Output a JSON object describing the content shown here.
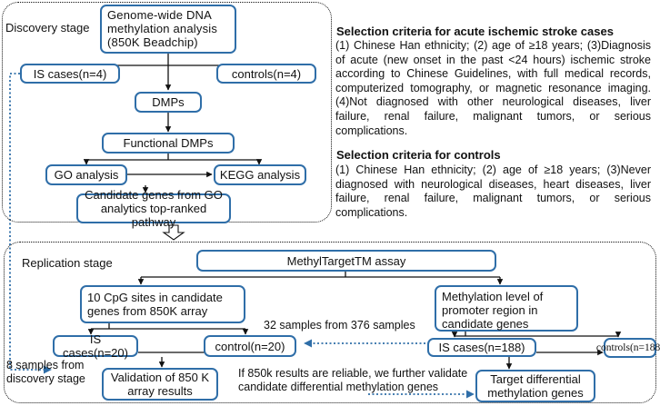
{
  "discovery": {
    "stage_label": "Discovery stage",
    "methylation_box": "Genome-wide DNA methylation analysis (850K Beadchip)",
    "is_cases": "IS cases(n=4)",
    "controls": "controls(n=4)",
    "dmps": "DMPs",
    "functional_dmps": "Functional DMPs",
    "go": "GO analysis",
    "kegg": "KEGG analysis",
    "candidate": "Candidate genes from GO analytics top-ranked pathway"
  },
  "criteria": {
    "cases_title": "Selection criteria for acute ischemic stroke cases",
    "cases_body": "(1) Chinese Han ethnicity; (2) age of ≥18 years; (3)Diagnosis of acute (new onset in the past <24 hours) ischemic stroke according to Chinese Guidelines, with full medical records, computerized tomography, or magnetic resonance imaging.(4)Not diagnosed with other neurological diseases, liver failure, renal failure, malignant tumors, or serious complications.",
    "controls_title": "Selection criteria for controls",
    "controls_body": "(1) Chinese Han ethnicity; (2) age of ≥18 years; (3)Never diagnosed with neurological diseases, heart diseases, liver failure, renal failure, malignant tumors, or serious complications."
  },
  "replication": {
    "stage_label": "Replication stage",
    "assay": "MethylTargetTM assay",
    "cpg": "10 CpG sites in candidate genes from 850K array",
    "promoter": "Methylation level of promoter region in candidate genes",
    "samples_label": "32 samples from 376 samples",
    "is_cases_20": "IS cases(n=20)",
    "control_20": "control(n=20)",
    "is_cases_188": "IS cases(n=188)",
    "controls_188": "controls(n=188)",
    "discovery_samples_label": "8 samples from discovery stage",
    "validation": "Validation of 850 K array results",
    "reliability_note": "If 850k results are reliable, we further validate candidate differential methylation genes",
    "target": "Target differential methylation genes"
  },
  "colors": {
    "box_border": "#2f6ea8",
    "dotted_arrow": "#2f6ea8",
    "line": "#111111"
  }
}
